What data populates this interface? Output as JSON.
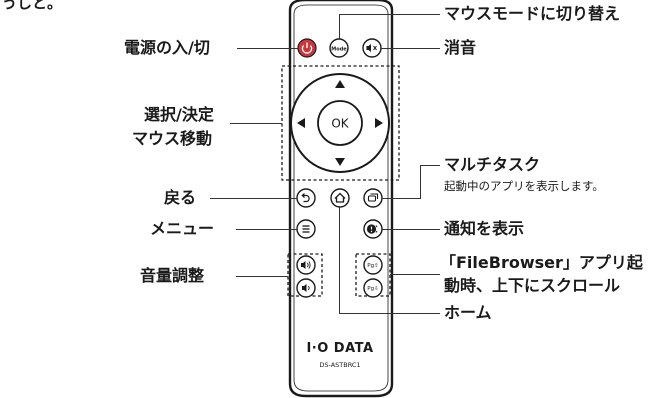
{
  "header": {
    "fragment": "うしと。"
  },
  "labels": {
    "mouse_mode": "マウスモードに切り替え",
    "power": "電源の入/切",
    "mute": "消音",
    "select": "選択/決定",
    "mouse_move": "マウス移動",
    "back": "戻る",
    "multitask": "マルチタスク",
    "multitask_note": "起動中のアプリを表示します。",
    "menu": "メニュー",
    "notify": "通知を表示",
    "volume": "音量調整",
    "filebrowser_line1": "「FileBrowser」アプリ起",
    "filebrowser_line2": "動時、上下にスクロール",
    "home": "ホーム"
  },
  "remote": {
    "ok_label": "OK",
    "mode_label": "Mode",
    "pg_up_label": "Pg⇧",
    "pg_down_label": "Pg⇩",
    "brand_logo": "I·O DATA",
    "model": "DS-ASTBRC1"
  },
  "colors": {
    "power_button": "#c8383f",
    "outline": "#1a1a1a",
    "body": "#ffffff"
  }
}
